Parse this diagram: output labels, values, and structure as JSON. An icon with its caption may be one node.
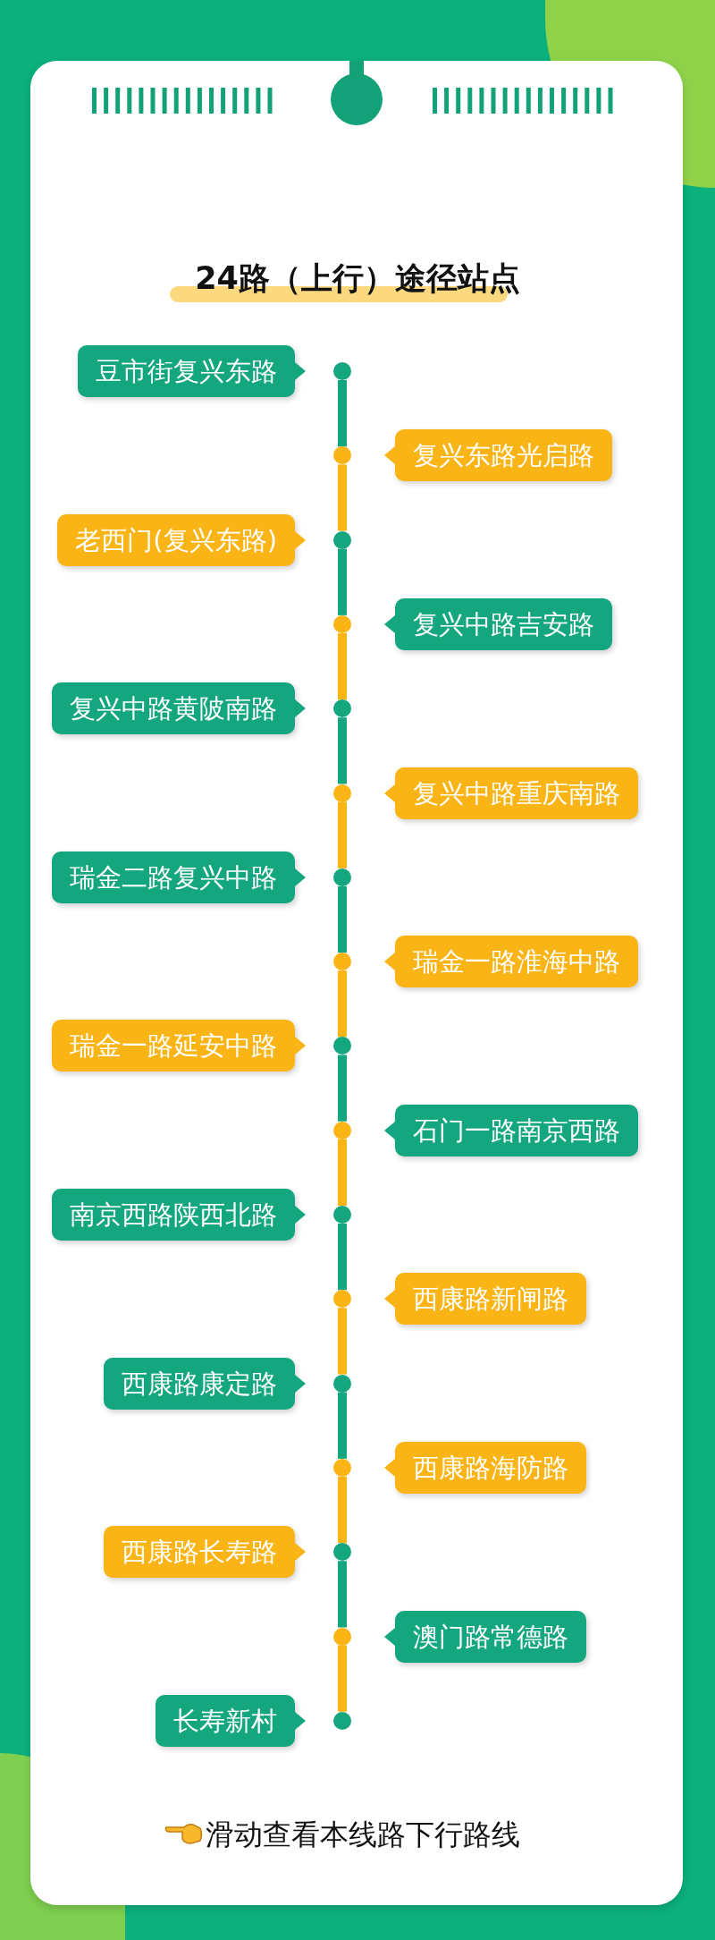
{
  "diagram": {
    "title": "24路（上行）途径站点",
    "nodes": [
      {
        "text": [
          "豆市街复兴东路"
        ]
      },
      {
        "text": [],
        "shape": "circle"
      },
      {
        "text": [
          "复兴东路光启路"
        ]
      },
      {
        "text": [],
        "shape": "circle"
      },
      {
        "text": [
          "老西门(复兴东路)"
        ]
      },
      {
        "text": [],
        "shape": "circle"
      },
      {
        "text": [
          "复兴中路吉安路"
        ]
      },
      {
        "text": [],
        "shape": "circle"
      },
      {
        "text": [
          "复兴中路黄陂南路"
        ]
      },
      {
        "text": [],
        "shape": "circle"
      },
      {
        "text": [
          "复兴中路重庆南路"
        ]
      },
      {
        "text": [],
        "shape": "circle"
      },
      {
        "text": [
          "瑞金二路复兴中路"
        ]
      },
      {
        "text": [],
        "shape": "circle"
      },
      {
        "text": [
          "瑞金一路淮海中路"
        ]
      },
      {
        "text": [],
        "shape": "circle"
      },
      {
        "text": [
          "瑞金一路延安中路"
        ]
      },
      {
        "text": [],
        "shape": "circle"
      },
      {
        "text": [
          "石门一路南京西路"
        ]
      },
      {
        "text": [],
        "shape": "circle"
      },
      {
        "text": [
          "南京西路陕西北路"
        ]
      },
      {
        "text": [],
        "shape": "circle"
      },
      {
        "text": [
          "西康路新闸路"
        ]
      },
      {
        "text": [],
        "shape": "circle"
      },
      {
        "text": [
          "西康路康定路"
        ]
      },
      {
        "text": [],
        "shape": "circle"
      },
      {
        "text": [
          "西康路海防路"
        ]
      },
      {
        "text": [],
        "shape": "circle"
      },
      {
        "text": [
          "西康路长寿路"
        ]
      },
      {
        "text": [],
        "shape": "circle"
      },
      {
        "text": [
          "澳门路常德路"
        ]
      },
      {
        "text": [],
        "shape": "circle"
      },
      {
        "text": [
          "长寿新村"
        ]
      },
      {
        "text": [],
        "shape": "circle"
      }
    ],
    "edges": [
      {
        "from": 1,
        "to": 3,
        "arrow": "none",
        "color": "#14a77f"
      },
      {
        "from": 3,
        "to": 5,
        "arrow": "none",
        "color": "#fbb416"
      },
      {
        "from": 5,
        "to": 7,
        "arrow": "none",
        "color": "#14a77f"
      },
      {
        "from": 7,
        "to": 9,
        "arrow": "none",
        "color": "#fbb416"
      },
      {
        "from": 9,
        "to": 11,
        "arrow": "none",
        "color": "#14a77f"
      },
      {
        "from": 11,
        "to": 13,
        "arrow": "none",
        "color": "#fbb416"
      },
      {
        "from": 13,
        "to": 15,
        "arrow": "none",
        "color": "#14a77f"
      },
      {
        "from": 15,
        "to": 17,
        "arrow": "none",
        "color": "#fbb416"
      },
      {
        "from": 17,
        "to": 19,
        "arrow": "none",
        "color": "#14a77f"
      },
      {
        "from": 19,
        "to": 21,
        "arrow": "none",
        "color": "#fbb416"
      },
      {
        "from": 21,
        "to": 23,
        "arrow": "none",
        "color": "#14a77f"
      },
      {
        "from": 23,
        "to": 25,
        "arrow": "none",
        "color": "#fbb416"
      },
      {
        "from": 25,
        "to": 27,
        "arrow": "none",
        "color": "#14a77f"
      },
      {
        "from": 27,
        "to": 29,
        "arrow": "none",
        "color": "#fbb416"
      },
      {
        "from": 29,
        "to": 31,
        "arrow": "none",
        "color": "#14a77f"
      },
      {
        "from": 31,
        "to": 33,
        "arrow": "none",
        "color": "#fbb416"
      }
    ],
    "labels": [
      "滑动查看本线路下行路线"
    ]
  }
}
